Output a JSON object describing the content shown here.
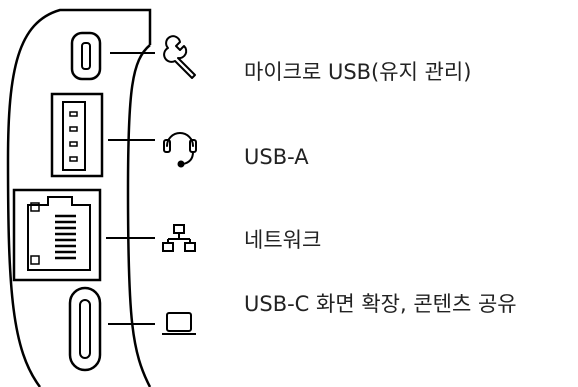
{
  "ports": [
    {
      "id": "micro-usb",
      "label": "마이크로 USB(유지 관리)",
      "icon": "wrench-icon"
    },
    {
      "id": "usb-a",
      "label": "USB-A",
      "icon": "headset-icon"
    },
    {
      "id": "network",
      "label": "네트워크",
      "icon": "network-icon"
    },
    {
      "id": "usb-c",
      "label": "USB-C 화면 확장, 콘텐츠 공유",
      "icon": "laptop-icon"
    }
  ],
  "colors": {
    "stroke": "#000000",
    "text": "#222222",
    "background": "#ffffff"
  }
}
